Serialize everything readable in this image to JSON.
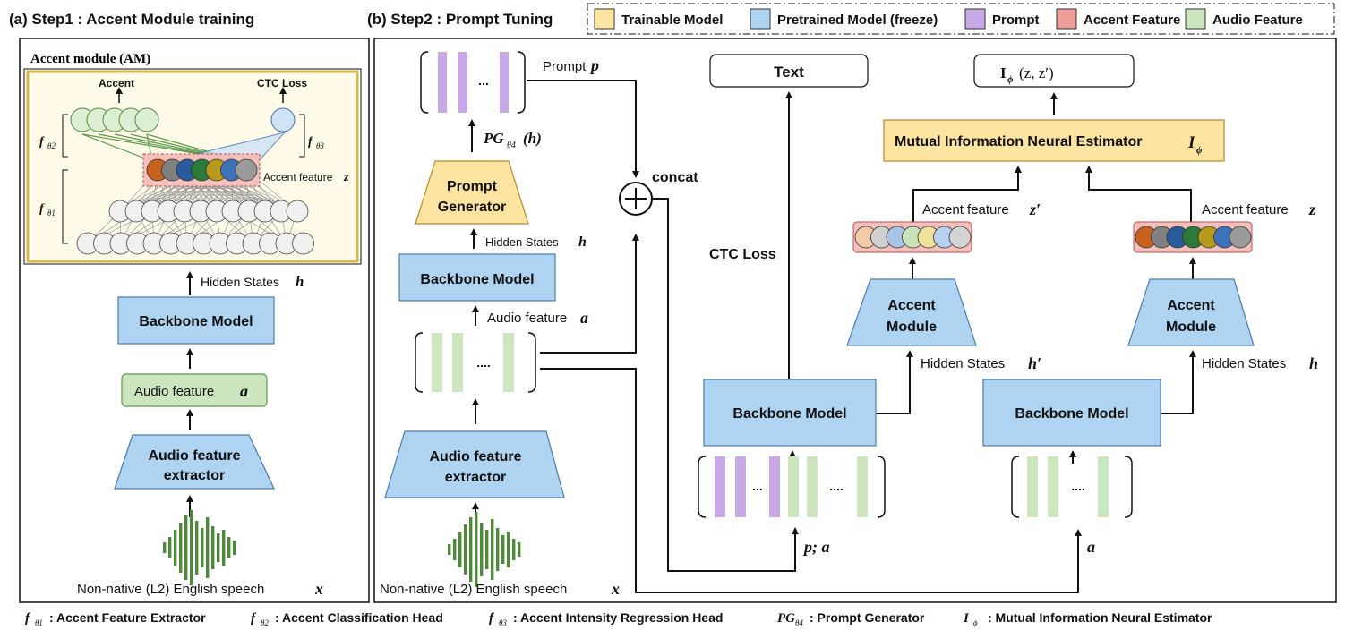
{
  "panel_a": {
    "title": "(a) Step1 : Accent Module training",
    "am_title": "Accent module (AM)",
    "accent_label": "Accent",
    "ctc_label": "CTC Loss",
    "f_theta1": "f",
    "f_theta1_sub": "θ1",
    "f_theta2": "f",
    "f_theta2_sub": "θ2",
    "f_theta3": "f",
    "f_theta3_sub": "θ3",
    "accent_feature_label": "Accent feature",
    "accent_feature_var": "z",
    "hidden_states_label": "Hidden States",
    "hidden_states_var": "h",
    "backbone": "Backbone Model",
    "audio_feature_label": "Audio feature",
    "audio_feature_var": "a",
    "extractor_line1": "Audio feature",
    "extractor_line2": "extractor",
    "speech_label": "Non-native (L2) English speech",
    "speech_var": "x"
  },
  "panel_b": {
    "title": "(b) Step2 : Prompt Tuning",
    "prompt_label": "Prompt",
    "prompt_var": "p",
    "pg_label": "PG",
    "pg_sub": "θ4",
    "pg_arg": "(h)",
    "prompt_gen_line1": "Prompt",
    "prompt_gen_line2": "Generator",
    "concat_label": "concat",
    "hidden_states_label": "Hidden States",
    "hidden_states_var": "h",
    "backbone": "Backbone Model",
    "audio_feature_label": "Audio feature",
    "audio_feature_var": "a",
    "dots": "....",
    "prompt_dots": "...",
    "extractor_line1": "Audio feature",
    "extractor_line2": "extractor",
    "speech_label": "Non-native (L2) English speech",
    "speech_var": "x",
    "text_box": "Text",
    "ctc_loss": "CTC Loss",
    "mine_output": "I",
    "mine_output_sub": "ϕ",
    "mine_output_args": "(z, z′)",
    "mine_label": "Mutual Information Neural Estimator",
    "mine_var": "I",
    "mine_var_sub": "ϕ",
    "accent_feature_left": "Accent feature",
    "accent_feature_left_var": "z′",
    "accent_feature_right": "Accent feature",
    "accent_feature_right_var": "z",
    "accent_module_line1": "Accent",
    "accent_module_line2": "Module",
    "hidden_states_left": "Hidden States",
    "hidden_states_left_var": "h′",
    "hidden_states_right": "Hidden States",
    "hidden_states_right_var": "h",
    "backbone_left": "Backbone Model",
    "backbone_right": "Backbone Model",
    "input_left_var": "p; a",
    "input_right_var": "a"
  },
  "legend": {
    "items": [
      {
        "label": "Trainable Model",
        "color": "#fbe3a0"
      },
      {
        "label": "Pretrained Model (freeze)",
        "color": "#aed4f2"
      },
      {
        "label": "Prompt",
        "color": "#c6a9e6"
      },
      {
        "label": "Accent Feature",
        "color": "#ef9f9a"
      },
      {
        "label": "Audio Feature",
        "color": "#cde6c0"
      }
    ]
  },
  "footnote": {
    "items": [
      {
        "sym": "f",
        "sub": "θ1",
        "text": ": Accent Feature Extractor"
      },
      {
        "sym": "f",
        "sub": "θ2",
        "text": ": Accent Classification Head"
      },
      {
        "sym": "f",
        "sub": "θ3",
        "text": ": Accent Intensity Regression Head"
      },
      {
        "sym": "PG",
        "sub": "θ4",
        "text": ": Prompt Generator"
      },
      {
        "sym": "I",
        "sub": "ϕ",
        "text": ": Mutual Information Neural Estimator"
      }
    ]
  },
  "colors": {
    "trainable": "#fbe3a0",
    "pretrained": "#aed4f2",
    "prompt": "#c6a9e6",
    "accent": "#ef9f9a",
    "audio": "#cde6c0",
    "am_border": "#d9b94a",
    "waveform": "#4d8a3a"
  },
  "accent_colors_dark": [
    "#c8601e",
    "#808080",
    "#2a5b9a",
    "#2c7a3a",
    "#b89a1a",
    "#3d72b8",
    "#9a9a9a"
  ],
  "accent_colors_light": [
    "#f4c9a6",
    "#d0d0d0",
    "#aac4e8",
    "#c7e3b8",
    "#efe29a",
    "#b7d0f0",
    "#d4d4d4"
  ]
}
